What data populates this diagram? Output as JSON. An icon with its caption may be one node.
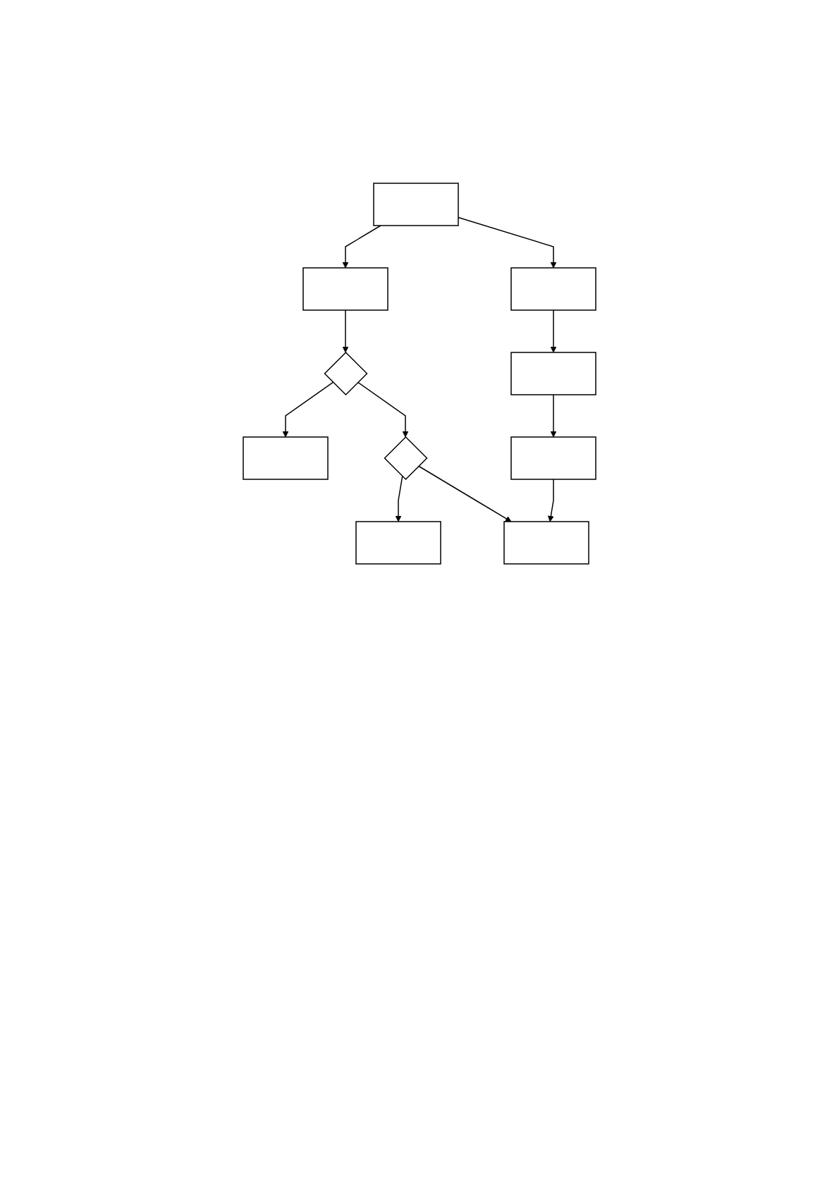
{
  "diagram": {
    "nodes": [
      {
        "text": [],
        "shape": "box"
      },
      {
        "text": [],
        "shape": "box"
      },
      {
        "text": [],
        "shape": "box"
      },
      {
        "text": [],
        "shape": "diamond"
      },
      {
        "text": [],
        "shape": "box"
      },
      {
        "text": [],
        "shape": "box"
      },
      {
        "text": [],
        "shape": "box"
      },
      {
        "text": [],
        "shape": "diamond"
      },
      {
        "text": [],
        "shape": "box"
      },
      {
        "text": [],
        "shape": "box"
      }
    ],
    "edges": [
      {
        "from": 0,
        "to": 1,
        "arrow": "to"
      },
      {
        "from": 0,
        "to": 2,
        "arrow": "to"
      },
      {
        "from": 1,
        "to": 3,
        "arrow": "to"
      },
      {
        "from": 2,
        "to": 4,
        "arrow": "to"
      },
      {
        "from": 3,
        "to": 5,
        "arrow": "to"
      },
      {
        "from": 3,
        "to": 7,
        "arrow": "to"
      },
      {
        "from": 4,
        "to": 6,
        "arrow": "to"
      },
      {
        "from": 7,
        "to": 8,
        "arrow": "to"
      },
      {
        "from": 7,
        "to": 9,
        "arrow": "to"
      },
      {
        "from": 6,
        "to": 9,
        "arrow": "to"
      }
    ]
  }
}
